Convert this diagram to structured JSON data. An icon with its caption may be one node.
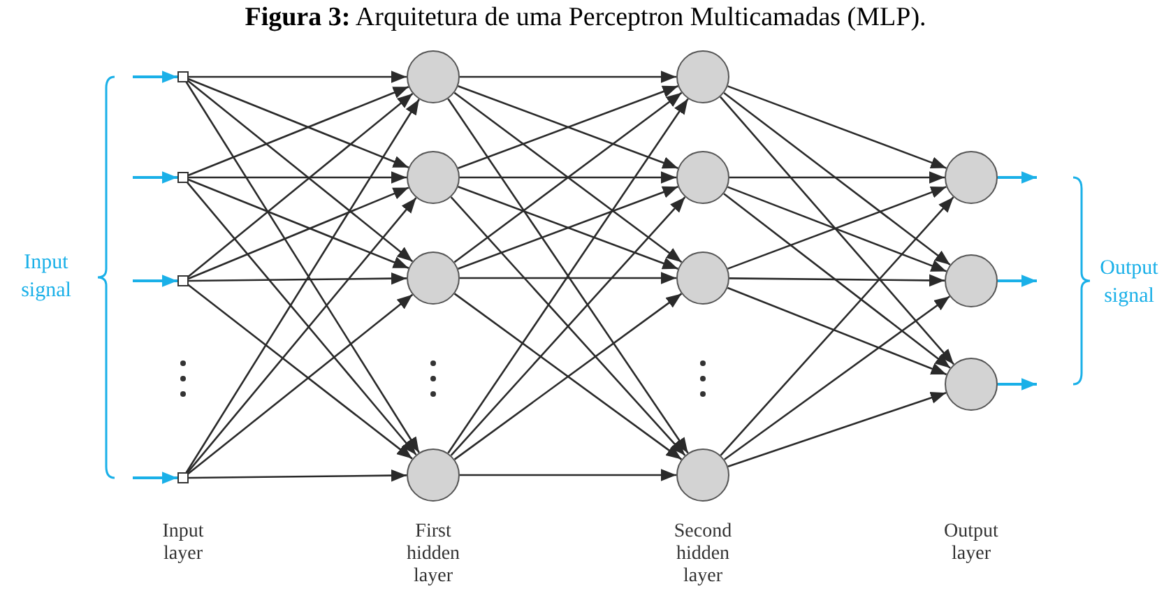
{
  "diagram": {
    "title": "**Figura 3:** Arquitetura de uma Perceptron Multicamadas (MLP).",
    "nodes": [
      {
        "text": [],
        "shape": "box"
      },
      {
        "text": [],
        "shape": "box"
      },
      {
        "text": [],
        "shape": "box"
      },
      {
        "text": [],
        "shape": "box"
      },
      {
        "text": [],
        "shape": "circle"
      },
      {
        "text": [],
        "shape": "circle"
      },
      {
        "text": [],
        "shape": "circle"
      },
      {
        "text": [],
        "shape": "circle"
      },
      {
        "text": [],
        "shape": "circle"
      },
      {
        "text": [],
        "shape": "circle"
      },
      {
        "text": [],
        "shape": "circle"
      },
      {
        "text": [],
        "shape": "circle"
      },
      {
        "text": [],
        "shape": "circle"
      },
      {
        "text": [],
        "shape": "circle"
      },
      {
        "text": [],
        "shape": "circle"
      }
    ],
    "edges": [
      {
        "from": null,
        "to": 0,
        "arrow": "to",
        "color": "#1ab0e8"
      },
      {
        "from": null,
        "to": 1,
        "arrow": "to",
        "color": "#1ab0e8"
      },
      {
        "from": null,
        "to": 2,
        "arrow": "to",
        "color": "#1ab0e8"
      },
      {
        "from": null,
        "to": 3,
        "arrow": "to",
        "color": "#1ab0e8"
      },
      {
        "from": 0,
        "to": 4,
        "arrow": "to"
      },
      {
        "from": 0,
        "to": 5,
        "arrow": "to"
      },
      {
        "from": 0,
        "to": 6,
        "arrow": "to"
      },
      {
        "from": 0,
        "to": 7,
        "arrow": "to"
      },
      {
        "from": 1,
        "to": 4,
        "arrow": "to"
      },
      {
        "from": 1,
        "to": 5,
        "arrow": "to"
      },
      {
        "from": 1,
        "to": 6,
        "arrow": "to"
      },
      {
        "from": 1,
        "to": 7,
        "arrow": "to"
      },
      {
        "from": 2,
        "to": 4,
        "arrow": "to"
      },
      {
        "from": 2,
        "to": 5,
        "arrow": "to"
      },
      {
        "from": 2,
        "to": 6,
        "arrow": "to"
      },
      {
        "from": 2,
        "to": 7,
        "arrow": "to"
      },
      {
        "from": 3,
        "to": 4,
        "arrow": "to"
      },
      {
        "from": 3,
        "to": 5,
        "arrow": "to"
      },
      {
        "from": 3,
        "to": 6,
        "arrow": "to"
      },
      {
        "from": 3,
        "to": 7,
        "arrow": "to"
      },
      {
        "from": 4,
        "to": 8,
        "arrow": "to"
      },
      {
        "from": 4,
        "to": 9,
        "arrow": "to"
      },
      {
        "from": 4,
        "to": 10,
        "arrow": "to"
      },
      {
        "from": 4,
        "to": 11,
        "arrow": "to"
      },
      {
        "from": 5,
        "to": 8,
        "arrow": "to"
      },
      {
        "from": 5,
        "to": 9,
        "arrow": "to"
      },
      {
        "from": 5,
        "to": 10,
        "arrow": "to"
      },
      {
        "from": 5,
        "to": 11,
        "arrow": "to"
      },
      {
        "from": 6,
        "to": 8,
        "arrow": "to"
      },
      {
        "from": 6,
        "to": 9,
        "arrow": "to"
      },
      {
        "from": 6,
        "to": 10,
        "arrow": "to"
      },
      {
        "from": 6,
        "to": 11,
        "arrow": "to"
      },
      {
        "from": 7,
        "to": 8,
        "arrow": "to"
      },
      {
        "from": 7,
        "to": 9,
        "arrow": "to"
      },
      {
        "from": 7,
        "to": 10,
        "arrow": "to"
      },
      {
        "from": 7,
        "to": 11,
        "arrow": "to"
      },
      {
        "from": 8,
        "to": 12,
        "arrow": "to"
      },
      {
        "from": 8,
        "to": 13,
        "arrow": "to"
      },
      {
        "from": 8,
        "to": 14,
        "arrow": "to"
      },
      {
        "from": 9,
        "to": 12,
        "arrow": "to"
      },
      {
        "from": 9,
        "to": 13,
        "arrow": "to"
      },
      {
        "from": 9,
        "to": 14,
        "arrow": "to"
      },
      {
        "from": 10,
        "to": 12,
        "arrow": "to"
      },
      {
        "from": 10,
        "to": 13,
        "arrow": "to"
      },
      {
        "from": 10,
        "to": 14,
        "arrow": "to"
      },
      {
        "from": 11,
        "to": 12,
        "arrow": "to"
      },
      {
        "from": 11,
        "to": 13,
        "arrow": "to"
      },
      {
        "from": 11,
        "to": 14,
        "arrow": "to"
      },
      {
        "from": 12,
        "to": null,
        "arrow": "to",
        "color": "#1ab0e8"
      },
      {
        "from": 13,
        "to": null,
        "arrow": "to",
        "color": "#1ab0e8"
      },
      {
        "from": 14,
        "to": null,
        "arrow": "to",
        "color": "#1ab0e8"
      }
    ],
    "labels": [
      "Input signal",
      "Output signal",
      "Input layer",
      "First hidden layer",
      "Second hidden layer",
      "Output layer"
    ]
  }
}
